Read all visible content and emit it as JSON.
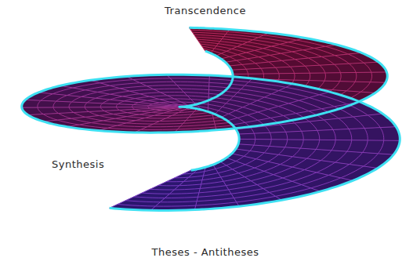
{
  "diagram": {
    "labels": [
      "Transcendence",
      "Synthesis",
      "Theses - Antitheses"
    ]
  }
}
